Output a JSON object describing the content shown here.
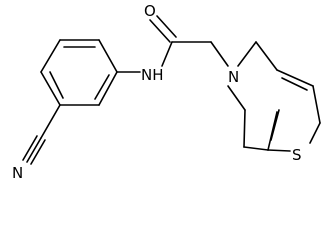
{
  "molecule": {
    "atoms": {
      "oxygen": "O",
      "amide_nitrogen": "NH",
      "ring_nitrogen": "N",
      "sulfur": "S",
      "nitrile_nitrogen": "N"
    }
  },
  "colors": {
    "bond": "#000000",
    "label": "#000000",
    "background": "#ffffff"
  }
}
